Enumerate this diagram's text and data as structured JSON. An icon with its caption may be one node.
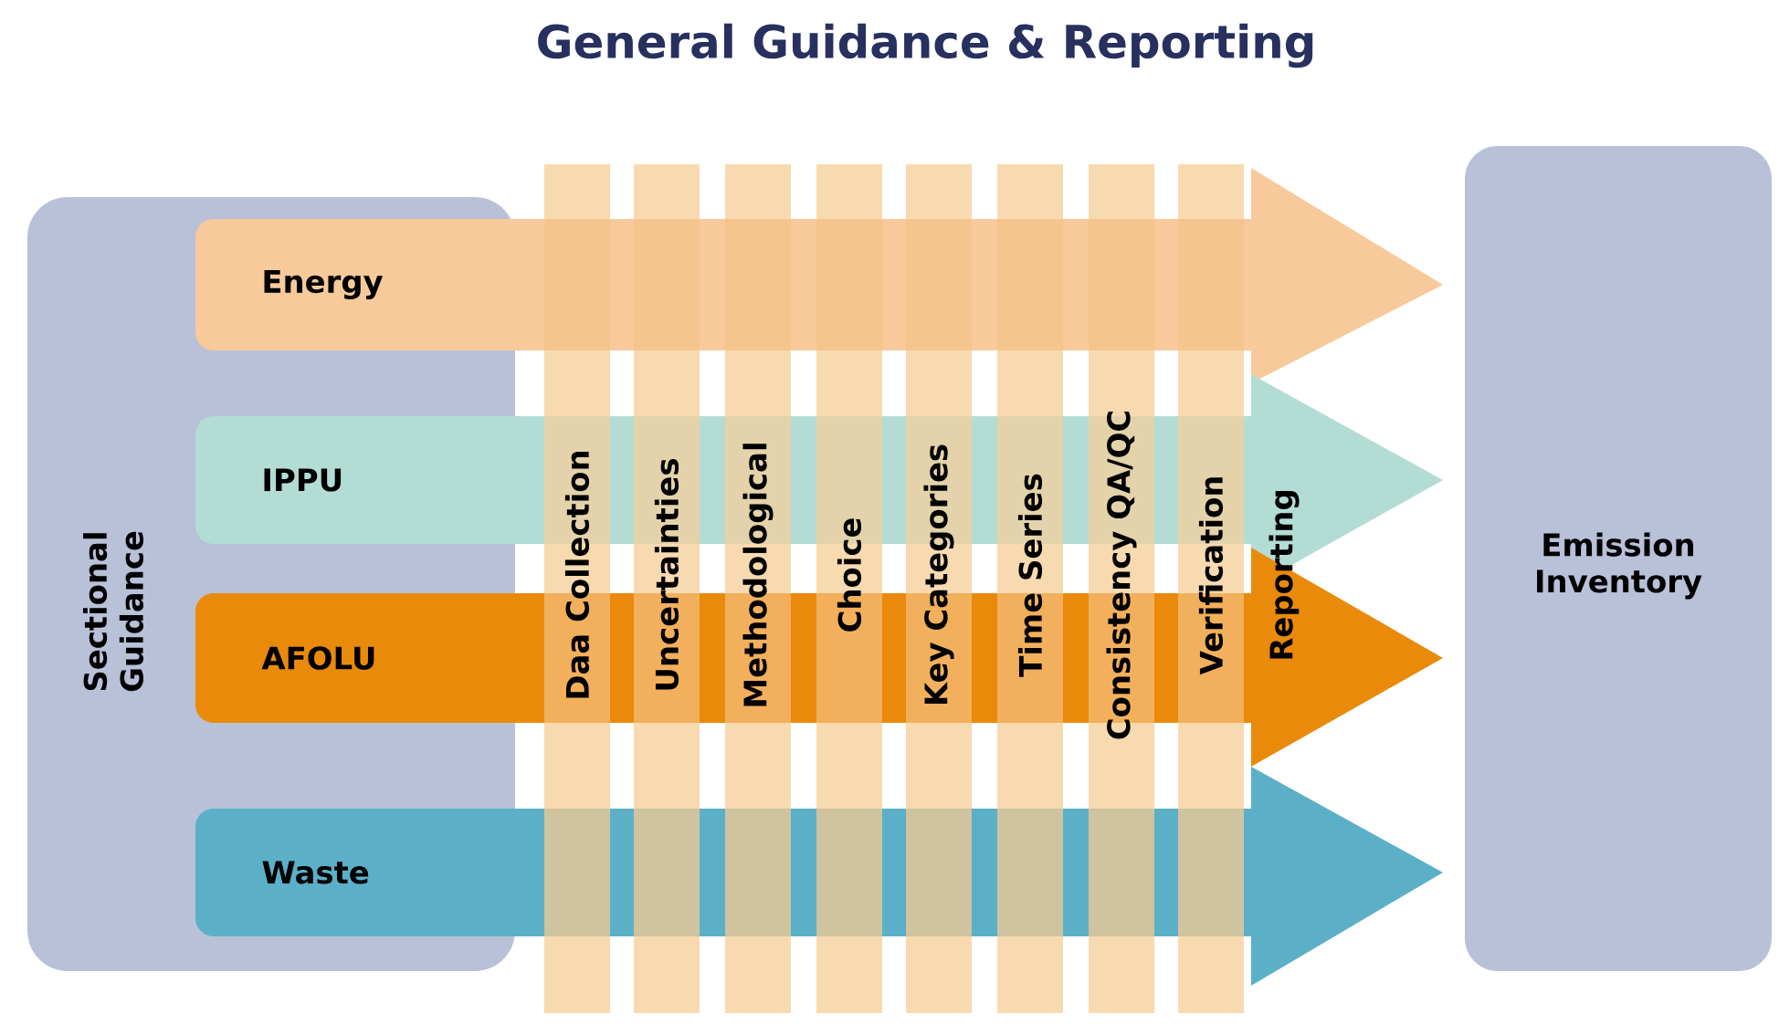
{
  "diagram": {
    "title": "General Guidance & Reporting",
    "nodes": [
      {
        "text": [
          "Sectional Guidance"
        ]
      },
      {
        "text": [
          "Energy"
        ]
      },
      {
        "text": [
          "IPPU"
        ]
      },
      {
        "text": [
          "AFOLU"
        ]
      },
      {
        "text": [
          "Waste"
        ]
      },
      {
        "text": [
          "Daa Collection"
        ]
      },
      {
        "text": [
          "Uncertainties"
        ]
      },
      {
        "text": [
          "Methodological"
        ]
      },
      {
        "text": [
          "Choice"
        ]
      },
      {
        "text": [
          "Key Categories"
        ]
      },
      {
        "text": [
          "Time Series"
        ]
      },
      {
        "text": [
          "Consistency QA/QC"
        ]
      },
      {
        "text": [
          "Verification"
        ]
      },
      {
        "text": [
          "Emission Inventory"
        ]
      }
    ],
    "labels": [
      "Reporting"
    ]
  }
}
